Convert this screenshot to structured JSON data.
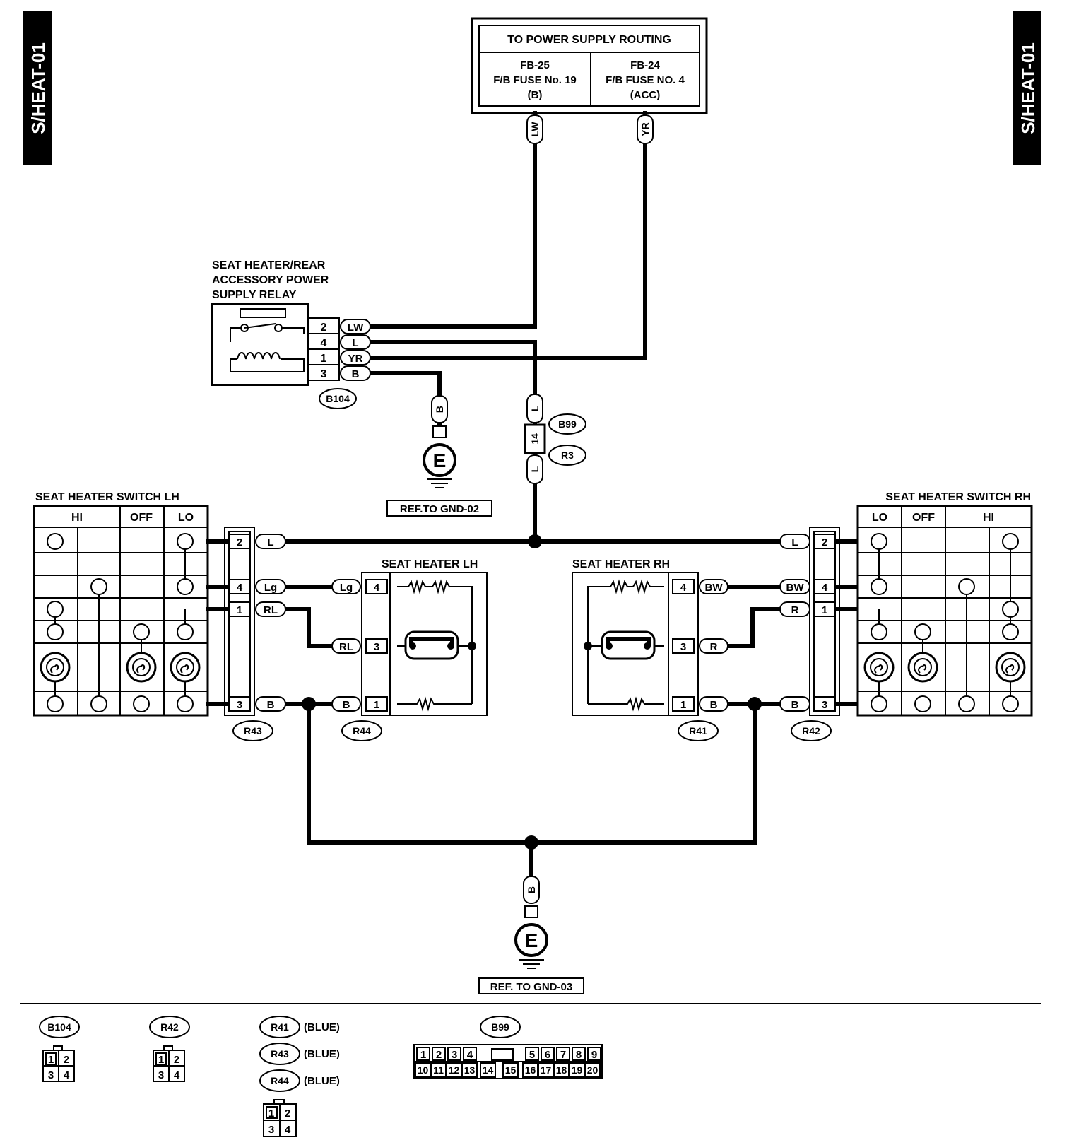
{
  "page_id": "S/HEAT-01",
  "power_supply": {
    "title": "TO POWER SUPPLY ROUTING",
    "left": {
      "line1": "FB-25",
      "line2": "F/B FUSE No. 19",
      "line3": "(B)"
    },
    "right": {
      "line1": "FB-24",
      "line2": "F/B FUSE NO. 4",
      "line3": "(ACC)"
    }
  },
  "wire_codes": {
    "lw": "LW",
    "l": "L",
    "yr": "YR",
    "b": "B",
    "lg": "Lg",
    "rl": "RL",
    "bw": "BW",
    "r": "R"
  },
  "relay": {
    "title_lines": [
      "SEAT HEATER/REAR",
      "ACCESSORY POWER",
      "SUPPLY RELAY"
    ],
    "connector": "B104",
    "pins": [
      "2",
      "4",
      "1",
      "3"
    ]
  },
  "inline_connector": {
    "pin": "14",
    "a": "B99",
    "b": "R3"
  },
  "ground_refs": {
    "relay": "REF.TO GND-02",
    "main": "REF. TO GND-03"
  },
  "ground_symbol": "E",
  "switch_lh": {
    "title": "SEAT HEATER SWITCH LH",
    "modes": [
      "HI",
      "OFF",
      "LO"
    ],
    "connector": "R43",
    "pins": [
      "2",
      "4",
      "1",
      "3"
    ]
  },
  "switch_rh": {
    "title": "SEAT HEATER SWITCH RH",
    "modes": [
      "LO",
      "OFF",
      "HI"
    ],
    "connector": "R42",
    "pins": [
      "2",
      "4",
      "1",
      "3"
    ]
  },
  "heater_lh": {
    "title": "SEAT HEATER LH",
    "connector": "R44",
    "pins": [
      "4",
      "3",
      "1"
    ]
  },
  "heater_rh": {
    "title": "SEAT HEATER RH",
    "connector": "R41",
    "pins": [
      "4",
      "3",
      "1"
    ]
  },
  "legend": {
    "b104": "B104",
    "r42": "R42",
    "blue_group": [
      "R41",
      "R43",
      "R44"
    ],
    "blue_note": "(BLUE)",
    "b99": "B99",
    "pins4": [
      "1",
      "2",
      "3",
      "4"
    ],
    "b99_top": [
      "1",
      "2",
      "3",
      "4",
      "5",
      "6",
      "7",
      "8",
      "9"
    ],
    "b99_bottom": [
      "10",
      "11",
      "12",
      "13",
      "14",
      "15",
      "16",
      "17",
      "18",
      "19",
      "20"
    ]
  }
}
